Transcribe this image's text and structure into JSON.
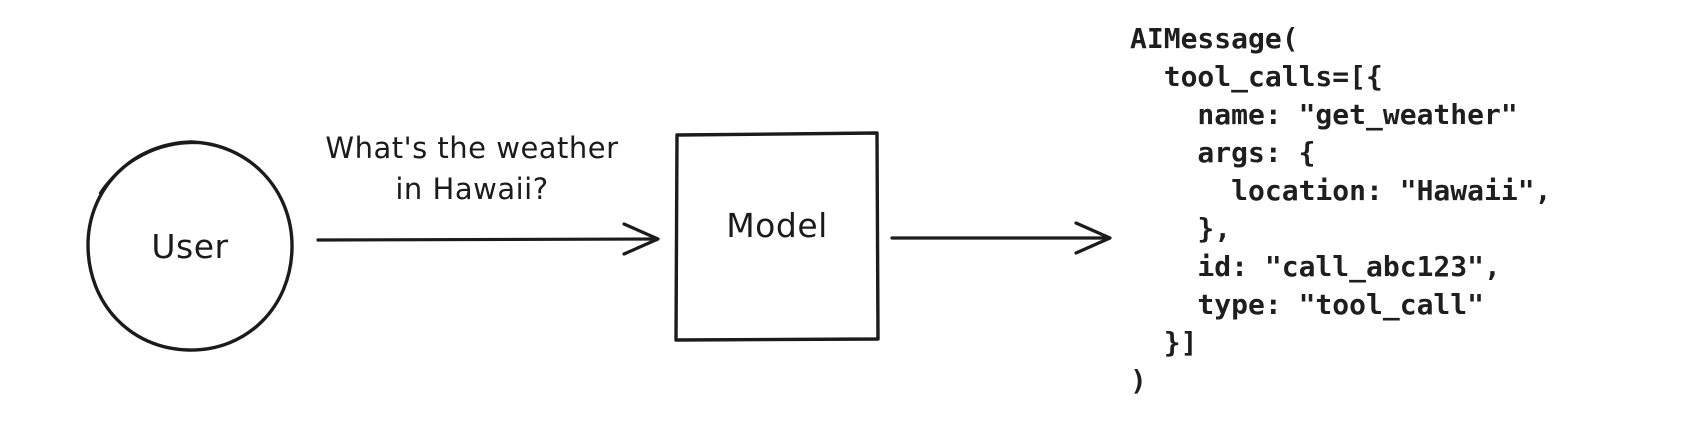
{
  "page": {
    "background_color": "#ffffff",
    "ink_color": "#1b1b1b"
  },
  "nodes": {
    "user": {
      "shape": "circle",
      "label": "User"
    },
    "model": {
      "shape": "rectangle",
      "label": "Model"
    }
  },
  "edges": {
    "user_to_model": {
      "label_line1": "What's the weather",
      "label_line2": "in Hawaii?"
    },
    "model_to_output": {
      "label": ""
    }
  },
  "code": {
    "lines": [
      "AIMessage(",
      "  tool_calls=[{",
      "    name: \"get_weather\"",
      "    args: {",
      "      location: \"Hawaii\",",
      "    },",
      "    id: \"call_abc123\",",
      "    type: \"tool_call\"",
      "  }]",
      ")"
    ]
  }
}
